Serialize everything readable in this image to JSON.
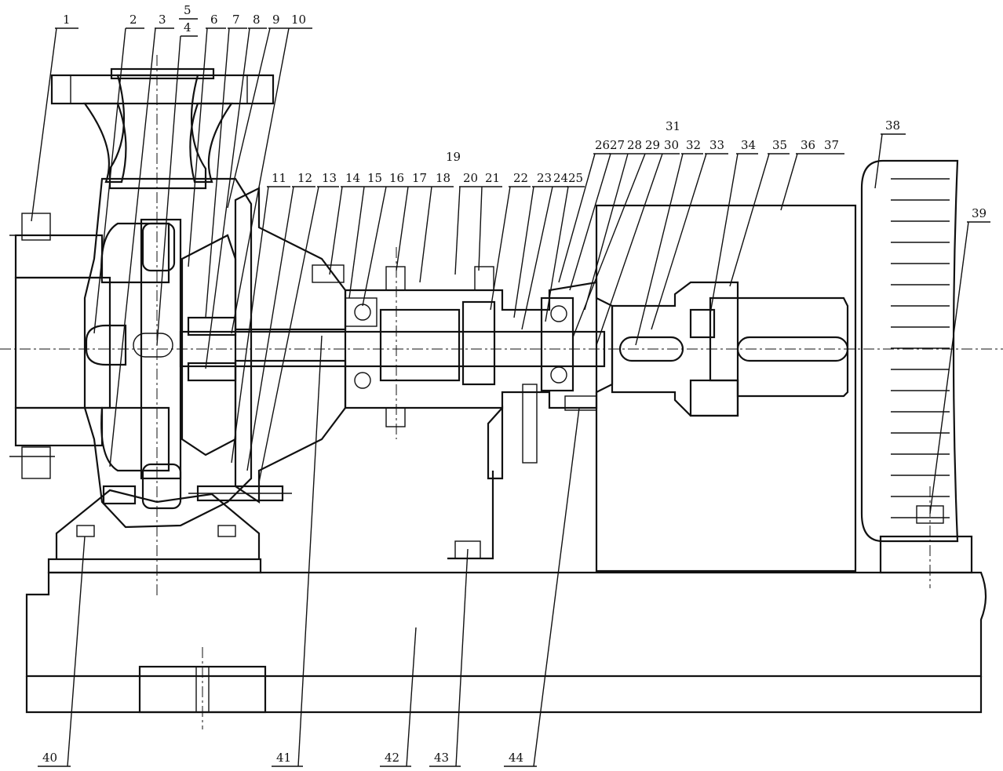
{
  "figure": {
    "callouts_top": [
      "1",
      "2",
      "3",
      "5",
      "4",
      "6",
      "7",
      "8",
      "9",
      "10",
      "11",
      "12",
      "13",
      "14",
      "15",
      "16",
      "17",
      "18",
      "19",
      "20",
      "21",
      "22",
      "23",
      "24",
      "25",
      "26",
      "27",
      "28",
      "29",
      "30",
      "31",
      "32",
      "33",
      "34",
      "35",
      "36",
      "37",
      "38",
      "39"
    ],
    "callouts_bottom": [
      "40",
      "41",
      "42",
      "43",
      "44"
    ]
  }
}
